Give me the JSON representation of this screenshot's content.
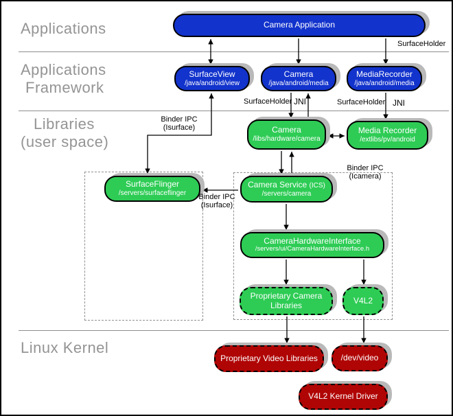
{
  "layers": [
    {
      "lines": [
        "Applications"
      ]
    },
    {
      "lines": [
        "Applications",
        "Framework"
      ]
    },
    {
      "lines": [
        "Libraries",
        "(user space)"
      ]
    },
    {
      "lines": [
        "Linux Kernel"
      ]
    }
  ],
  "nodes": {
    "camera_application": {
      "title": "Camera Application"
    },
    "surface_view": {
      "title": "SurfaceView",
      "subtitle": "/java/android/view"
    },
    "camera_framework": {
      "title": "Camera",
      "subtitle": "/java/android/media"
    },
    "media_recorder_framework": {
      "title": "MediaRecorder",
      "subtitle": "/java/android/media"
    },
    "camera_library": {
      "title": "Camera",
      "subtitle": "/libs/hardware/camera"
    },
    "media_recorder_library": {
      "title": "Media Recorder",
      "subtitle": "/extlibs/pv/android"
    },
    "surface_flinger": {
      "title": "SurfaceFlinger",
      "subtitle": "/servers/surfaceflinger"
    },
    "camera_service": {
      "title": "Camera Service",
      "title_suffix": "(ICS)",
      "subtitle": "/servers/camera"
    },
    "camera_hardware_interface": {
      "title": "CameraHardwareInterface",
      "subtitle": "/servers/ui/CameraHardwareInterface.h"
    },
    "proprietary_camera_libraries": {
      "title": "Proprietary Camera Libraries"
    },
    "v4l2": {
      "title": "V4L2"
    },
    "proprietary_video_libraries": {
      "title": "Proprietary Video Libraries"
    },
    "dev_video": {
      "title": "/dev/video"
    },
    "v4l2_kernel_driver": {
      "title": "V4L2 Kernel Driver"
    }
  },
  "edge_labels": {
    "surface_holder_app_to_recorder": "SurfaceHolder",
    "surface_holder_camera": "SurfaceHolder",
    "jni_camera": "JNI",
    "surface_holder_media_recorder": "SurfaceHolder",
    "jni_media_recorder": "JNI",
    "binder_ipc_surfaceview": {
      "line1": "Binder IPC",
      "line2": "(Isurface)"
    },
    "binder_ipc_icamera": {
      "line1": "Binder IPC",
      "line2": "(Icamera)"
    },
    "binder_ipc_isurface": {
      "line1": "Binder IPC",
      "line2": "(Isurface)"
    }
  },
  "colors": {
    "framework_box": "#1233cc",
    "library_box": "#2ecc55",
    "kernel_box": "#b00505",
    "layer_label": "#949494",
    "shadow": "#b9b9b9"
  }
}
